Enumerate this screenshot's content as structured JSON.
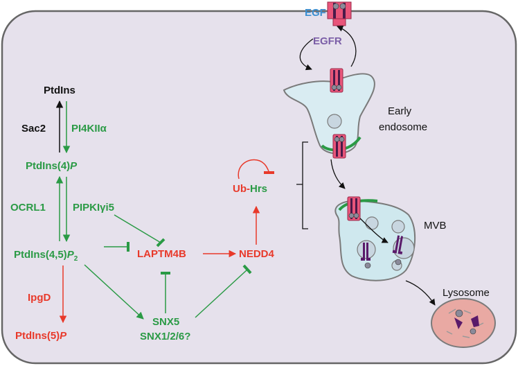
{
  "colors": {
    "cell_fill": "#e6e1ec",
    "cell_stroke": "#666666",
    "green": "#2a9a45",
    "red": "#e8392a",
    "black": "#111111",
    "egf_blue": "#3a8ed0",
    "egfr_purple": "#7b5ea7",
    "receptor_pink": "#e8557a",
    "receptor_dark": "#4a1a4a",
    "endosome_fill": "#d9ecf2",
    "vesicle_fill": "#c8d6e0",
    "lysosome_fill": "#e9a9a3"
  },
  "labels": {
    "egf": "EGF",
    "egfr": "EGFR",
    "ptdins": "PtdIns",
    "sac2": "Sac2",
    "pi4k": "PI4KIIα",
    "ptdins4p_main": "PtdIns(4)",
    "ptdins4p_italic": "P",
    "ocrl1": "OCRL1",
    "pipki": "PIPKIγi5",
    "pip2_main": "PtdIns(4,5)",
    "pip2_italic": "P",
    "pip2_sub": "2",
    "laptm4b": "LAPTM4B",
    "nedd4": "NEDD4",
    "ub": "Ub",
    "dash": "-",
    "hrs": "Hrs",
    "ipgd": "IpgD",
    "ptdins5p_main": "PtdIns(5)",
    "ptdins5p_italic": "P",
    "snx5": "SNX5",
    "snx126": "SNX1/2/6?",
    "early": "Early",
    "endosome": "endosome",
    "mvb": "MVB",
    "lysosome": "Lysosome"
  }
}
